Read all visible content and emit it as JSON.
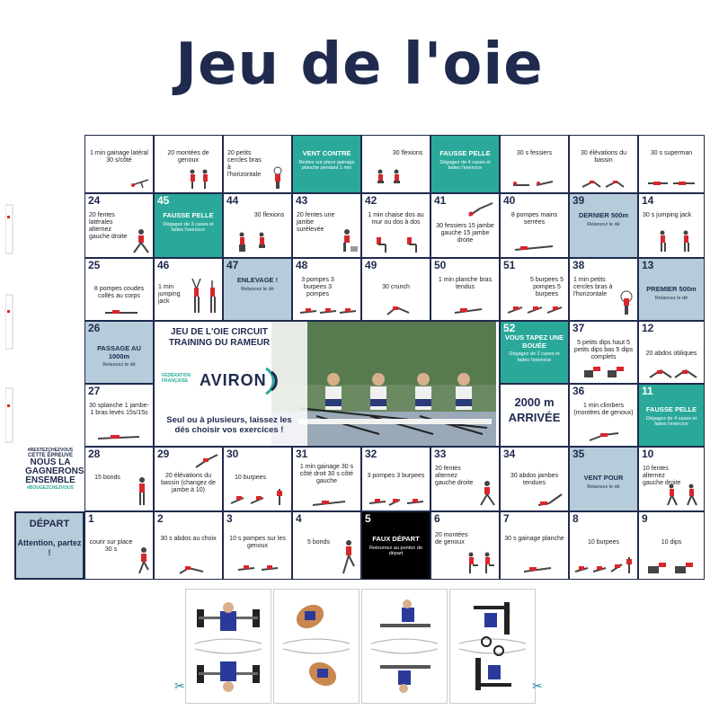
{
  "title": "Jeu de l'oie",
  "colors": {
    "navy": "#1f2a4e",
    "teal": "#2aa99a",
    "grey": "#b7ccda",
    "red": "#d8262b"
  },
  "row0": [
    {
      "text": "1 min gainage latéral 30 s/côté"
    },
    {
      "text": "20 montées de genoux"
    },
    {
      "text": "20 petits cercles bras à l'horizontale"
    },
    {
      "text": "VENT CONTRE",
      "sub": "Restez sur place gainage planche pendant 1 min"
    },
    {
      "text": "30 flexions"
    },
    {
      "text": "FAUSSE PELLE",
      "sub": "Dégagez de 4 cases et faites l'exercice"
    },
    {
      "text": "30 s fessiers"
    },
    {
      "text": "30 élévations du bassin"
    },
    {
      "text": "30 s superman"
    }
  ],
  "row1": [
    {
      "num": "24",
      "text": "20 fentes latérales alternez gauche droite"
    },
    {
      "num": "45",
      "text": "FAUSSE PELLE",
      "sub": "Dégagez de 3 cases et faites l'exercice"
    },
    {
      "num": "44",
      "text": "30 flexions"
    },
    {
      "num": "43",
      "text": "20 fentes une jambe surélevée"
    },
    {
      "num": "42",
      "text": "1 min chaise dos au mur ou dos à dos"
    },
    {
      "num": "41",
      "text": "30 fessiers 15 jambe gauche 15 jambe droite"
    },
    {
      "num": "40",
      "text": "8 pompes mains serrées"
    },
    {
      "num": "39",
      "text": "DERNIER 500m",
      "sub": "Relancez le dé"
    },
    {
      "num": "14",
      "text": "30 s jumping jack"
    }
  ],
  "row2": [
    {
      "num": "25",
      "text": "8 pompes coudes collés au corps"
    },
    {
      "num": "46",
      "text": "1 min jumping jack"
    },
    {
      "num": "47",
      "text": "ENLEVAGE !",
      "sub": "Relancez le dé"
    },
    {
      "num": "48",
      "text": "3 pompes 3 burpees 3 pompes"
    },
    {
      "num": "49",
      "text": "30 crunch"
    },
    {
      "num": "50",
      "text": "1 min planche bras tendus"
    },
    {
      "num": "51",
      "text": "5 burpees 5 pompes 5 burpees"
    },
    {
      "num": "38",
      "text": "1 min petits cercles bras à l'horizontale"
    },
    {
      "num": "13",
      "text": "PREMIER 500m",
      "sub": "Relancez le dé"
    }
  ],
  "row3": {
    "left": {
      "num": "26",
      "text": "PASSAGE AU 1000m",
      "sub": "Relancez le dé"
    },
    "c52": {
      "num": "52",
      "text": "VOUS TAPEZ UNE BOUÉE",
      "sub": "Dégagez de 2 cases et faites l'exercice"
    },
    "c37": {
      "num": "37",
      "text": "5 petits dips haut 5 petits dips bas 5 dips complets"
    },
    "c12": {
      "num": "12",
      "text": "20 abdos obliques"
    }
  },
  "row4": {
    "left": {
      "num": "27",
      "text": "30 splanche 1 jambe-1 bras levés 15s/15s"
    },
    "c36": {
      "num": "36",
      "text": "1 min climbers (montées de genoux)"
    },
    "c11": {
      "num": "11",
      "text": "FAUSSE PELLE",
      "sub": "Dégagez de 4 cases et faites l'exercice"
    }
  },
  "center": {
    "title": "JEU DE L'OIE CIRCUIT TRAINING DU RAMEUR",
    "federation": "FÉDÉRATION FRANÇAISE",
    "brand": "AVIRON",
    "slogan": "Seul ou à plusieurs, laissez les dés choisir vos exercices !"
  },
  "arrivee": {
    "line1": "2000 m",
    "line2": "ARRIVÉE"
  },
  "row5": [
    {
      "num": "28",
      "text": "15 bonds"
    },
    {
      "num": "29",
      "text": "20 élévations du bassin (changez de jambe à 10)"
    },
    {
      "num": "30",
      "text": "10 burpees"
    },
    {
      "num": "31",
      "text": "1 min gainage 30 s côté droit 30 s côté gauche"
    },
    {
      "num": "32",
      "text": "3 pompes 3 burpees"
    },
    {
      "num": "33",
      "text": "20 fentes alternez gauche droite"
    },
    {
      "num": "34",
      "text": "30 abdos jambes tendues"
    },
    {
      "num": "35",
      "text": "VENT POUR",
      "sub": "Relancez le dé"
    },
    {
      "num": "10",
      "text": "10 fentes alternez gauche droite"
    }
  ],
  "depart": {
    "line1": "DÉPART",
    "line2": "Attention, partez !"
  },
  "row6": [
    {
      "num": "1",
      "text": "courir sur place 30 s"
    },
    {
      "num": "2",
      "text": "30 s abdos au choix"
    },
    {
      "num": "3",
      "text": "10 s pompes sur les genoux"
    },
    {
      "num": "4",
      "text": "5 bonds"
    },
    {
      "num": "5",
      "text": "FAUX DÉPART",
      "sub": "Retournez au ponton de départ"
    },
    {
      "num": "6",
      "text": "20 montées de genoux"
    },
    {
      "num": "7",
      "text": "30 s gainage planche"
    },
    {
      "num": "8",
      "text": "10 burpees"
    },
    {
      "num": "9",
      "text": "10 dips"
    }
  ],
  "badge": {
    "top": "#RESTEZCHEZVOUS",
    "l1": "CETTE ÉPREUVE",
    "l2": "NOUS LA",
    "l3": "GAGNERONS",
    "l4": "ENSEMBLE",
    "bottom": "#BOUGEZCHEZVOUS"
  }
}
